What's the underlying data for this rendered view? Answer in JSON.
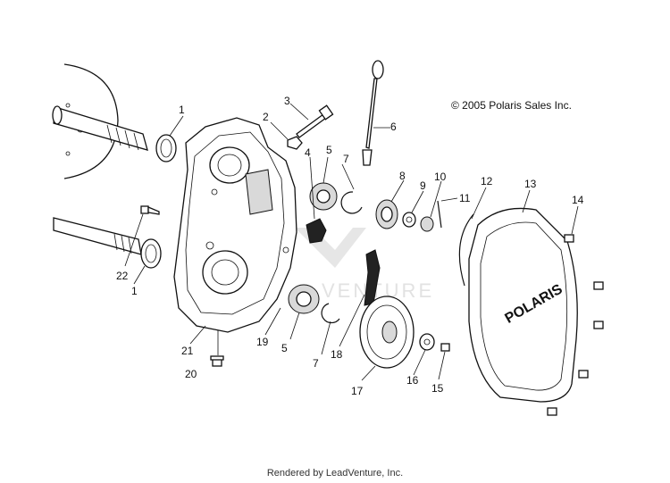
{
  "copyright": "© 2005 Polaris Sales Inc.",
  "footer": "Rendered by LeadVenture, Inc.",
  "watermark_text": "VENTURE",
  "cover_logo": "POLARIS",
  "callouts": [
    "1",
    "2",
    "3",
    "4",
    "5",
    "6",
    "7",
    "8",
    "9",
    "10",
    "11",
    "12",
    "13",
    "14",
    "22",
    "1",
    "21",
    "20",
    "19",
    "5",
    "7",
    "18",
    "17",
    "16",
    "15"
  ]
}
